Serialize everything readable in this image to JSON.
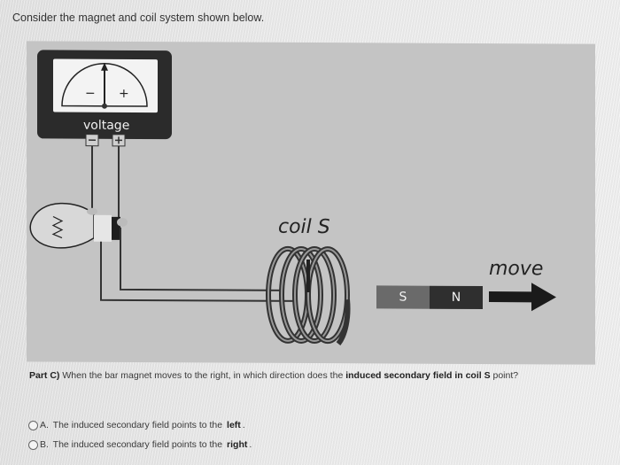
{
  "intro": "Consider the magnet and coil system shown below.",
  "figure": {
    "meter": {
      "label": "voltage",
      "scale_minus": "−",
      "scale_plus": "+",
      "terminal_minus": "−",
      "terminal_plus": "+"
    },
    "coil_label": "coil S",
    "magnet": {
      "south": "S",
      "north": "N"
    },
    "move_label": "move",
    "colors": {
      "panel": "#c4c4c4",
      "meter_body": "#2b2b2b",
      "magnet_s": "#6a6a6a",
      "magnet_n": "#2f2f2f",
      "arrow": "#1a1a1a"
    }
  },
  "question": {
    "part": "Part C)",
    "text_before": " When the bar magnet moves to the right, in which direction does the ",
    "emphasis": "induced secondary field in coil S",
    "text_after": " point?"
  },
  "options": [
    {
      "letter": "A.",
      "text": " The induced secondary field points to the ",
      "emphasis": "left",
      "end": "."
    },
    {
      "letter": "B.",
      "text": " The induced secondary field points to the ",
      "emphasis": "right",
      "end": "."
    }
  ]
}
